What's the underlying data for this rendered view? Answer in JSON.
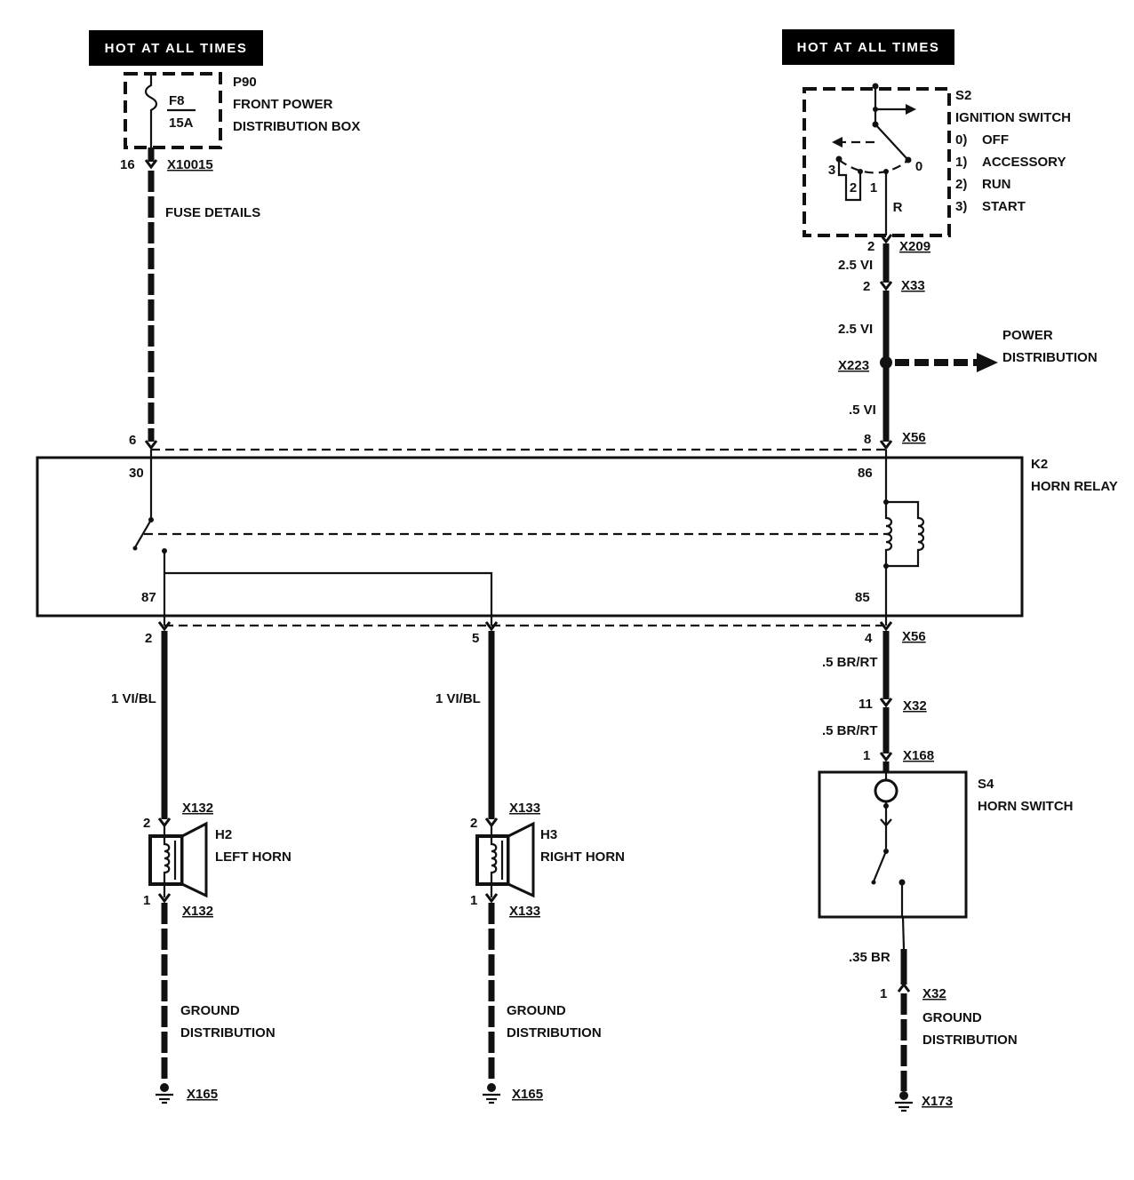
{
  "left_feed": {
    "banner": "HOT AT ALL TIMES",
    "box_id": "P90",
    "box_name_line1": "FRONT POWER",
    "box_name_line2": "DISTRIBUTION BOX",
    "fuse_id": "F8",
    "fuse_rating": "15A",
    "pin": "16",
    "connector": "X10015",
    "note": "FUSE DETAILS"
  },
  "right_feed": {
    "banner": "HOT AT ALL TIMES",
    "switch_id": "S2",
    "switch_name": "IGNITION SWITCH",
    "positions": [
      {
        "num": "0)",
        "name": "OFF"
      },
      {
        "num": "1)",
        "name": "ACCESSORY"
      },
      {
        "num": "2)",
        "name": "RUN"
      },
      {
        "num": "3)",
        "name": "START"
      }
    ],
    "contacts": {
      "c3": "3",
      "c2": "2",
      "c1": "1",
      "c0": "0",
      "cr": "R"
    },
    "x209_pin": "2",
    "x209": "X209",
    "wire_a": "2.5 VI",
    "x33_pin": "2",
    "x33": "X33",
    "wire_b": "2.5 VI",
    "splice": "X223",
    "branch_line1": "POWER",
    "branch_line2": "DISTRIBUTION",
    "wire_c": ".5 VI"
  },
  "relay": {
    "id": "K2",
    "name": "HORN RELAY",
    "top_connector": {
      "pin_left": "6",
      "pin_right": "8",
      "label": "X56"
    },
    "terminals": {
      "t30": "30",
      "t86": "86",
      "t87": "87",
      "t85": "85"
    },
    "bottom_connector": {
      "pin_left": "2",
      "pin_mid": "5",
      "pin_right": "4",
      "label": "X56"
    }
  },
  "left_horn": {
    "wire": "1 VI/BL",
    "top_pin": "2",
    "top_connector": "X132",
    "id": "H2",
    "name": "LEFT HORN",
    "bottom_pin": "1",
    "bottom_connector": "X132",
    "ground_line1": "GROUND",
    "ground_line2": "DISTRIBUTION",
    "ground": "X165"
  },
  "right_horn": {
    "wire": "1 VI/BL",
    "top_pin": "2",
    "top_connector": "X133",
    "id": "H3",
    "name": "RIGHT HORN",
    "bottom_pin": "1",
    "bottom_connector": "X133",
    "ground_line1": "GROUND",
    "ground_line2": "DISTRIBUTION",
    "ground": "X165"
  },
  "horn_switch": {
    "wire_a": ".5 BR/RT",
    "x32_pin": "11",
    "x32": "X32",
    "wire_b": ".5 BR/RT",
    "x168_pin": "1",
    "x168": "X168",
    "id": "S4",
    "name": "HORN SWITCH",
    "wire_c": ".35 BR",
    "x32_ground_pin": "1",
    "x32_ground": "X32",
    "ground_line1": "GROUND",
    "ground_line2": "DISTRIBUTION",
    "ground": "X173"
  }
}
